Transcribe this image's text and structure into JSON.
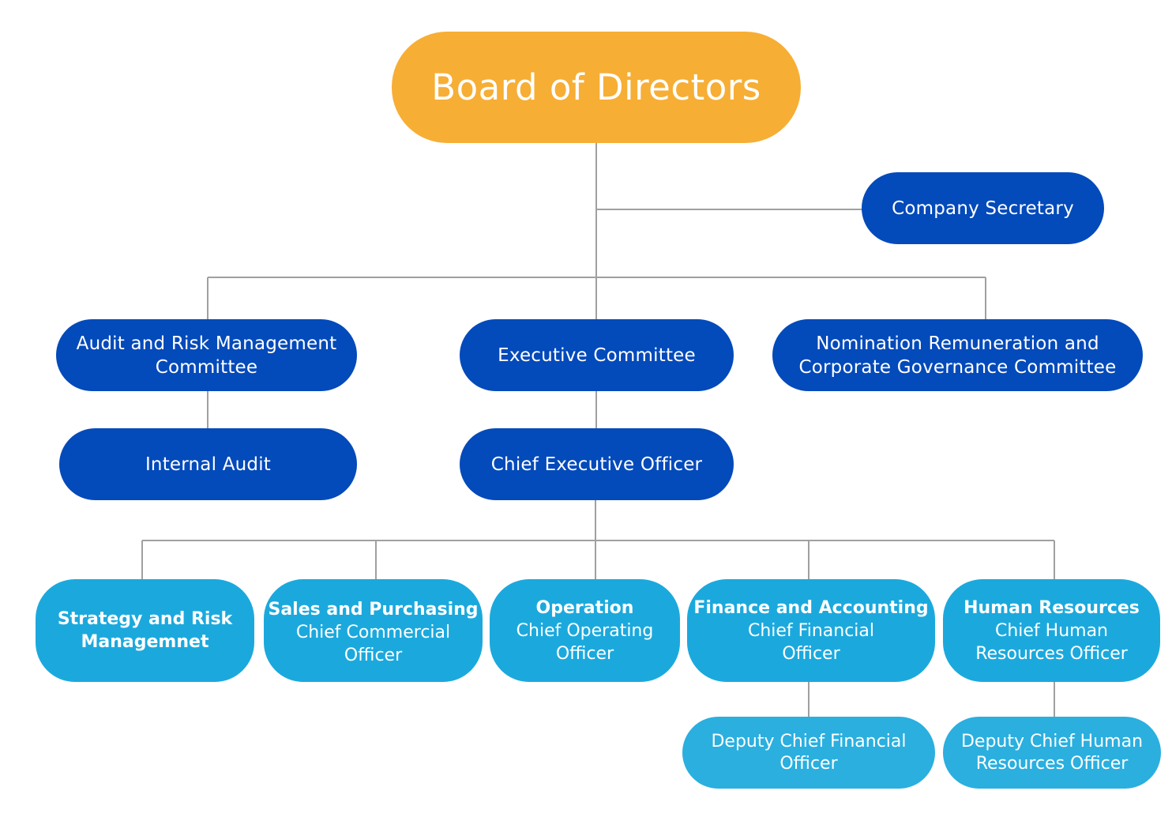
{
  "colors": {
    "board": "#f7ae35",
    "committee": "#034aba",
    "department": "#1ba9dd",
    "deputy": "#2aafdf",
    "connector": "#a0a0a0",
    "text": "#ffffff"
  },
  "board": {
    "label": "Board of Directors"
  },
  "company_secretary": {
    "label": "Company Secretary"
  },
  "committees": {
    "audit": {
      "line1": "Audit and Risk Management",
      "line2": "Committee"
    },
    "executive": {
      "label": "Executive Committee"
    },
    "nomination": {
      "line1": "Nomination Remuneration and",
      "line2": "Corporate Governance Committee"
    }
  },
  "internal_audit": {
    "label": "Internal Audit"
  },
  "ceo": {
    "label": "Chief Executive Officer"
  },
  "departments": [
    {
      "head": "Strategy and Risk",
      "head2": "Managemnet"
    },
    {
      "head": "Sales and Purchasing",
      "sub1": "Chief Commercial",
      "sub2": "Officer"
    },
    {
      "head": "Operation",
      "sub1": "Chief Operating",
      "sub2": "Officer"
    },
    {
      "head": "Finance and Accounting",
      "sub1": "Chief Financial",
      "sub2": "Officer"
    },
    {
      "head": "Human Resources",
      "sub1": "Chief Human",
      "sub2": "Resources Officer"
    }
  ],
  "deputies": [
    {
      "line1": "Deputy Chief Financial",
      "line2": "Officer"
    },
    {
      "line1": "Deputy Chief Human",
      "line2": "Resources Officer"
    }
  ]
}
